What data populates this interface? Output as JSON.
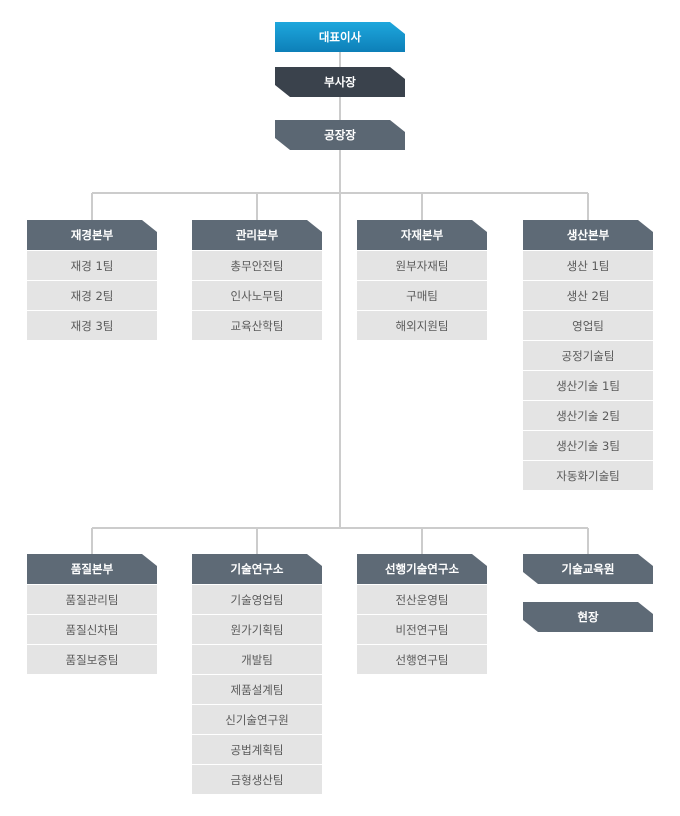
{
  "top": {
    "ceo": "대표이사",
    "vp": "부사장",
    "plant_manager": "공장장"
  },
  "divisions_row1": [
    {
      "title": "재경본부",
      "teams": [
        "재경 1팀",
        "재경 2팀",
        "재경 3팀"
      ]
    },
    {
      "title": "관리본부",
      "teams": [
        "총무안전팀",
        "인사노무팀",
        "교육산학팀"
      ]
    },
    {
      "title": "자재본부",
      "teams": [
        "원부자재팀",
        "구매팀",
        "해외지원팀"
      ]
    },
    {
      "title": "생산본부",
      "teams": [
        "생산 1팀",
        "생산 2팀",
        "영업팀",
        "공정기술팀",
        "생산기술 1팀",
        "생산기술 2팀",
        "생산기술 3팀",
        "자동화기술팀"
      ]
    }
  ],
  "divisions_row2": [
    {
      "title": "품질본부",
      "teams": [
        "품질관리팀",
        "품질신차팀",
        "품질보증팀"
      ]
    },
    {
      "title": "기술연구소",
      "teams": [
        "기술영업팀",
        "원가기획팀",
        "개발팀",
        "제품설계팀",
        "신기술연구원",
        "공법계획팀",
        "금형생산팀"
      ]
    },
    {
      "title": "선행기술연구소",
      "teams": [
        "전산운영팀",
        "비전연구팀",
        "선행연구팀"
      ]
    },
    {
      "title": "기술교육원",
      "teams": []
    }
  ],
  "field": "현장",
  "colors": {
    "ceo": "#1497cf",
    "vp": "#3a424c",
    "header": "#5e6a76",
    "team_bg": "#e4e4e4",
    "team_text": "#5a5a5a",
    "connector": "#cccccc"
  }
}
